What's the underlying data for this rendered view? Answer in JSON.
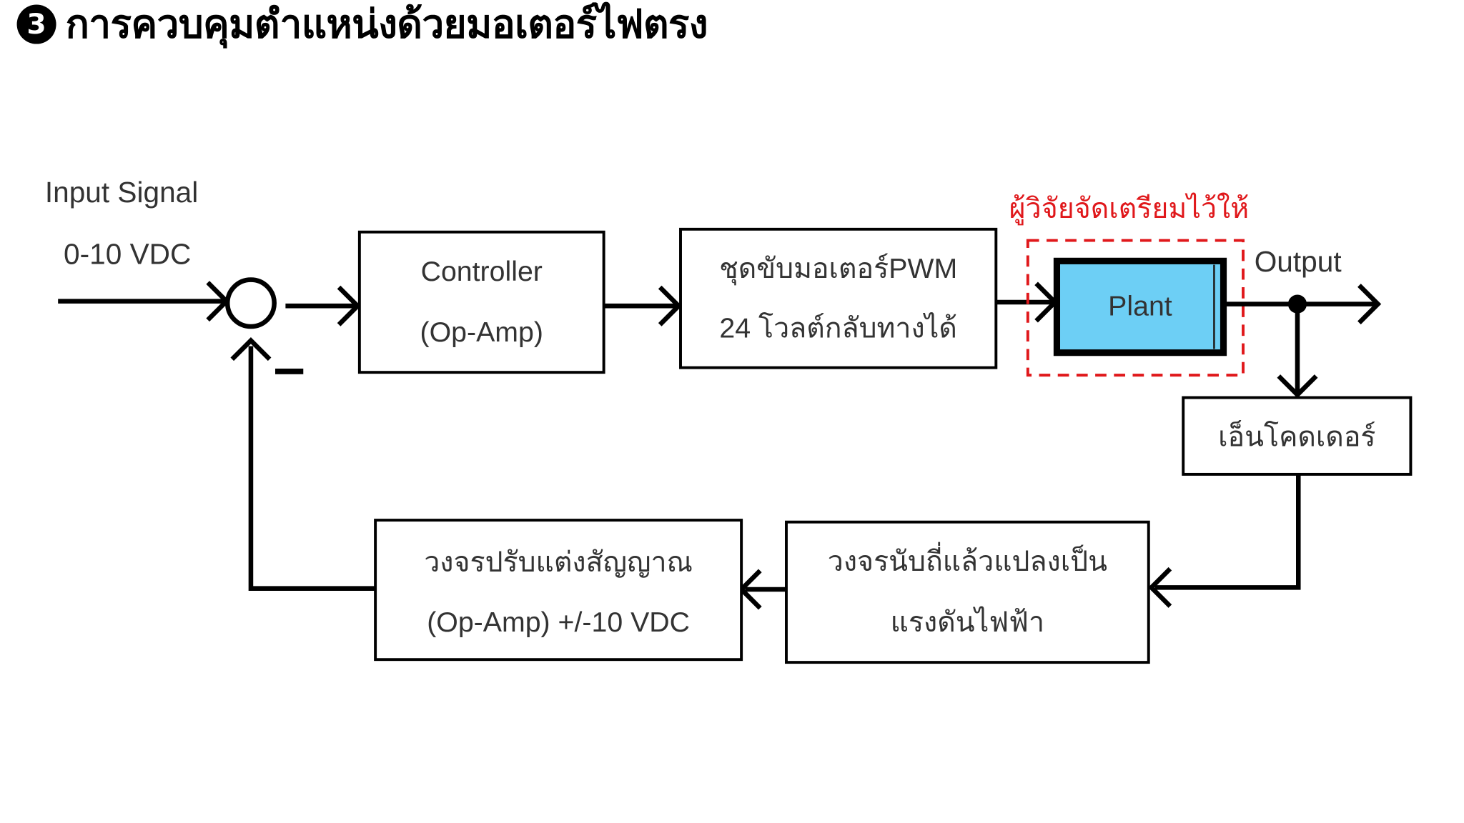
{
  "title": {
    "number": "3",
    "text": "การควบคุมตำแหน่งด้วยมอเตอร์ไฟตรง"
  },
  "input": {
    "label": "Input Signal",
    "range": "0-10 VDC"
  },
  "summing_junction": {
    "sign": "–"
  },
  "blocks": {
    "controller": [
      "Controller",
      "(Op-Amp)"
    ],
    "driver": [
      "ชุดขับมอเตอร์PWM",
      "24 โวลต์กลับทางได้"
    ],
    "plant": [
      "Plant"
    ],
    "encoder": [
      "เอ็นโคดเดอร์"
    ],
    "counter": [
      "วงจรนับถี่แล้วแปลงเป็น",
      "แรงดันไฟฟ้า"
    ],
    "conditioner": [
      "วงจรปรับแต่งสัญญาณ",
      "(Op-Amp) +/-10 VDC"
    ]
  },
  "output": {
    "label": "Output"
  },
  "annotation": {
    "text": "ผู้วิจัยจัดเตรียมไว้ให้"
  },
  "colors": {
    "plant_fill": "#6dcff5",
    "annotation": "#e0181b",
    "line": "#000000"
  }
}
